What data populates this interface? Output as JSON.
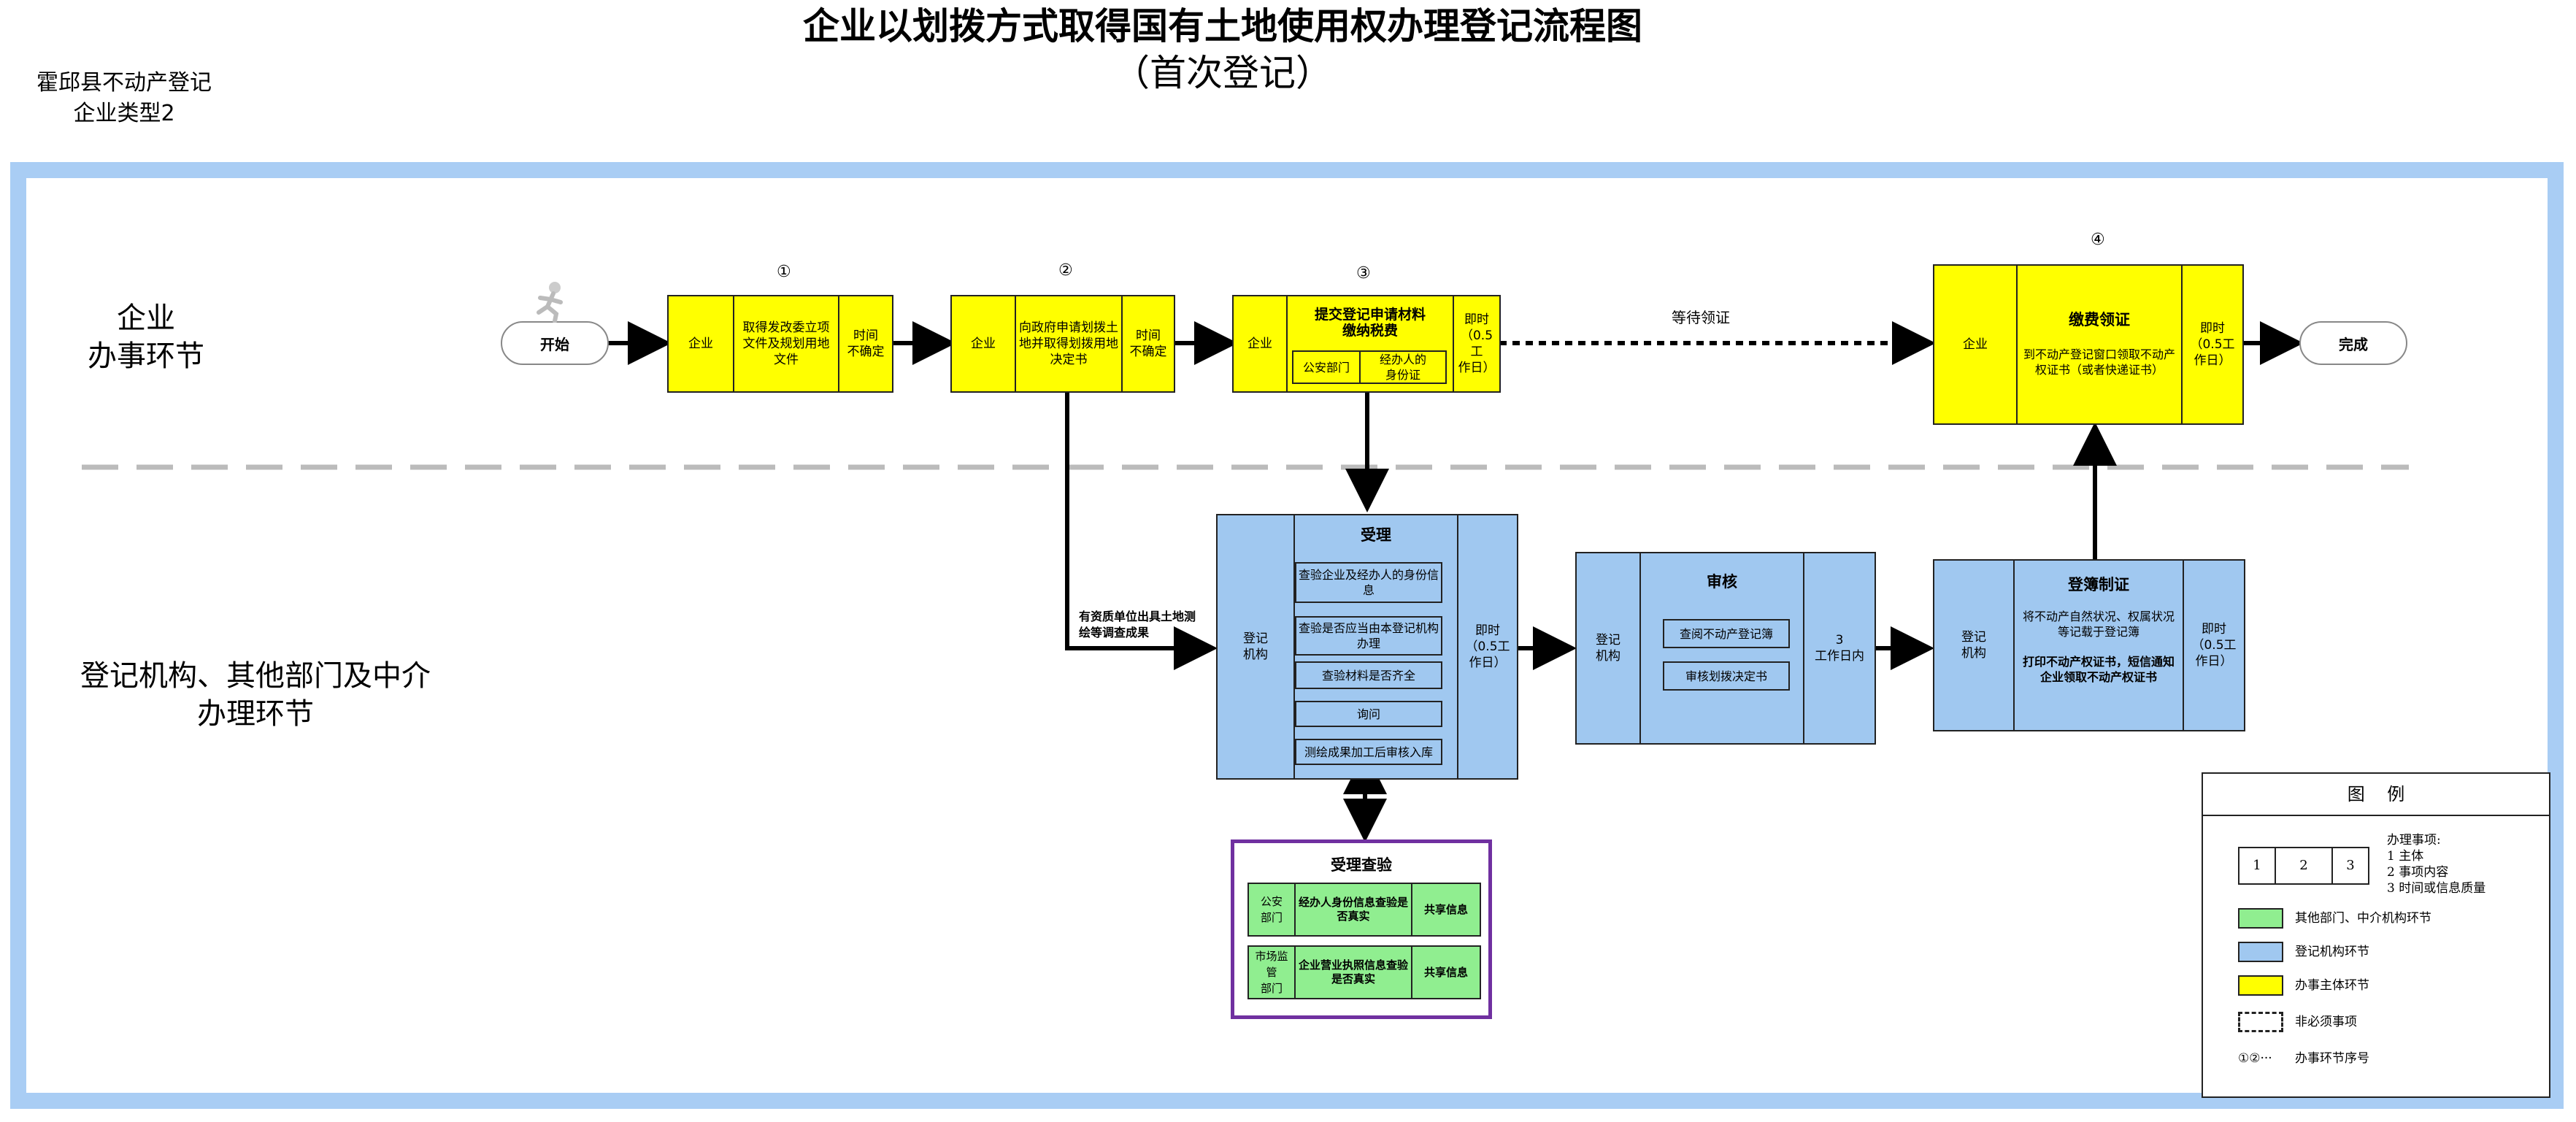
{
  "header": {
    "title": "企业以划拨方式取得国有土地使用权办理登记流程图",
    "subtitle": "（首次登记）",
    "org": "霍邱县不动产登记",
    "org_type": "企业类型2"
  },
  "lanes": {
    "top": "企业\n办事环节",
    "bottom": "登记机构、其他部门及中介\n办理环节"
  },
  "ovals": {
    "start": "开始",
    "end": "完成"
  },
  "steps": {
    "s1": {
      "num": "①",
      "subject": "企业",
      "content": "取得发改委立项文件及规划用地文件",
      "time": "时间\n不确定"
    },
    "s2": {
      "num": "②",
      "subject": "企业",
      "content": "向政府申请划拨土地并取得划拨用地决定书",
      "time": "时间\n不确定"
    },
    "s3": {
      "num": "③",
      "subject": "企业",
      "content": "提交登记申请材料\n缴纳税费",
      "sub1": "公安部门",
      "sub2": "经办人的\n身份证",
      "time": "即时\n（0.5工\n作日）"
    },
    "s4": {
      "num": "④",
      "subject": "企业",
      "title": "缴费领证",
      "content": "到不动产登记窗口领取不动产权证书（或者快递证书）",
      "time": "即时\n（0.5工\n作日）"
    }
  },
  "accept": {
    "subject": "登记\n机构",
    "title": "受理",
    "items": [
      "查验企业及经办人的身份信息",
      "查验是否应当由本登记机构办理",
      "查验材料是否齐全",
      "询问",
      "测绘成果加工后审核入库"
    ],
    "time": "即时\n（0.5工\n作日）"
  },
  "review": {
    "subject": "登记\n机构",
    "title": "审核",
    "items": [
      "查阅不动产登记簿",
      "审核划拨决定书"
    ],
    "time": "3\n工作日内"
  },
  "register": {
    "subject": "登记\n机构",
    "title": "登簿制证",
    "line1": "将不动产自然状况、权属状况等记载于登记簿",
    "line2": "打印不动产权证书，短信通知企业领取不动产权证书",
    "time": "即时\n（0.5工\n作日）"
  },
  "verify": {
    "title": "受理查验",
    "rows": [
      {
        "dept": "公安\n部门",
        "content": "经办人身份信息查验是否真实",
        "tag": "共享信息"
      },
      {
        "dept": "市场监管\n部门",
        "content": "企业营业执照信息查验是否真实",
        "tag": "共享信息"
      }
    ]
  },
  "labels": {
    "wait": "等待领证",
    "survey": "有资质单位出具土地测\n绘等调查成果"
  },
  "legend": {
    "title": "图    例",
    "nums": [
      "1",
      "2",
      "3"
    ],
    "desc": "办理事项:\n1 主体\n2 事项内容\n3 时间或信息质量",
    "items": [
      "其他部门、中介机构环节",
      "登记机构环节",
      "办事主体环节",
      "非必须事项"
    ],
    "seq_symbol": "①②···",
    "seq_text": "办事环节序号",
    "colors": {
      "green": "#90ee90",
      "blue": "#a0c8f0",
      "yellow": "#ffff00"
    }
  }
}
